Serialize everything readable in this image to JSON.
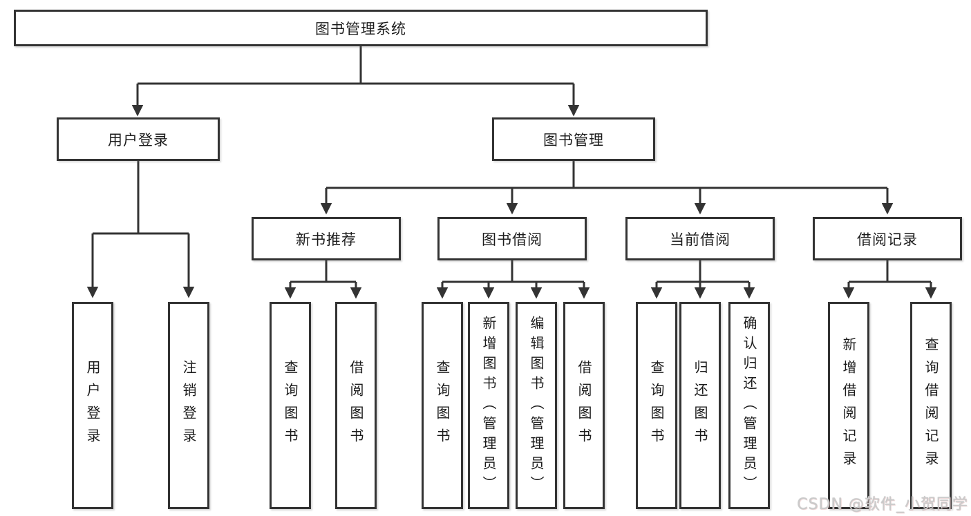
{
  "diagram": {
    "root": {
      "label": "图书管理系统"
    },
    "level2": [
      {
        "id": "user-login",
        "label": "用户登录"
      },
      {
        "id": "book-management",
        "label": "图书管理"
      }
    ],
    "level3": [
      {
        "id": "new-book-recommendation",
        "label": "新书推荐",
        "parent": "book-management"
      },
      {
        "id": "book-borrowing",
        "label": "图书借阅",
        "parent": "book-management"
      },
      {
        "id": "current-borrowing",
        "label": "当前借阅",
        "parent": "book-management"
      },
      {
        "id": "borrowing-records",
        "label": "借阅记录",
        "parent": "book-management"
      }
    ],
    "leaves": [
      {
        "id": "user-login-leaf",
        "label": "用户登录",
        "parent": "user-login"
      },
      {
        "id": "logout",
        "label": "注销登录",
        "parent": "user-login"
      },
      {
        "id": "query-books-1",
        "label": "查询图书",
        "parent": "new-book-recommendation"
      },
      {
        "id": "borrow-books-1",
        "label": "借阅图书",
        "parent": "new-book-recommendation"
      },
      {
        "id": "query-books-2",
        "label": "查询图书",
        "parent": "book-borrowing"
      },
      {
        "id": "add-books-admin",
        "label": "新增图书（管理员）",
        "parent": "book-borrowing"
      },
      {
        "id": "edit-books-admin",
        "label": "编辑图书（管理员）",
        "parent": "book-borrowing"
      },
      {
        "id": "borrow-books-2",
        "label": "借阅图书",
        "parent": "book-borrowing"
      },
      {
        "id": "query-books-3",
        "label": "查询图书",
        "parent": "current-borrowing"
      },
      {
        "id": "return-books",
        "label": "归还图书",
        "parent": "current-borrowing"
      },
      {
        "id": "confirm-return-admin",
        "label": "确认归还（管理员）",
        "parent": "current-borrowing"
      },
      {
        "id": "add-borrow-record",
        "label": "新增借阅记录",
        "parent": "borrowing-records"
      },
      {
        "id": "query-borrow-record",
        "label": "查询借阅记录",
        "parent": "borrowing-records"
      }
    ]
  },
  "watermark": {
    "text": "CSDN @软件_小贺同学"
  },
  "colors": {
    "line": "#333333",
    "box_border": "#333333",
    "text": "#1c1c1c",
    "background": "#ffffff",
    "watermark": "#cbcbcb"
  }
}
